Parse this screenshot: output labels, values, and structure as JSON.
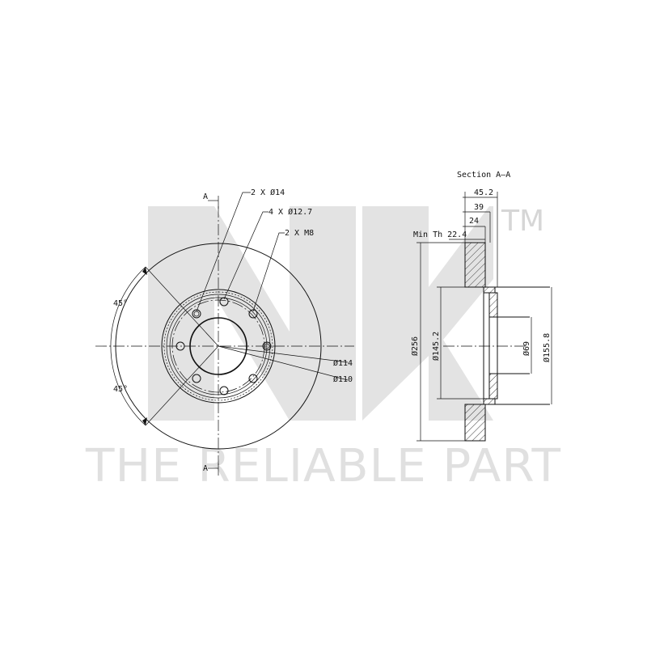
{
  "watermark": {
    "logo_letters": "NK",
    "trademark": "TM",
    "tagline": "THE RELIABLE PART"
  },
  "front_view": {
    "section_mark_top": "A",
    "section_mark_bottom": "A",
    "callout_holes_14": "2 X Ø14",
    "callout_holes_12_7": "4 X Ø12.7",
    "callout_thread": "2 X M8",
    "angle_upper": "45°",
    "angle_lower": "45°",
    "dia_114": "Ø114",
    "dia_110": "Ø110"
  },
  "section_view": {
    "title": "Section A–A",
    "width_overall": "45.2",
    "width_39": "39",
    "width_24": "24",
    "min_thickness": "Min Th 22.4",
    "dia_outer": "Ø256",
    "dia_145_2": "Ø145.2",
    "dia_69": "Ø69",
    "dia_155_8": "Ø155.8"
  }
}
